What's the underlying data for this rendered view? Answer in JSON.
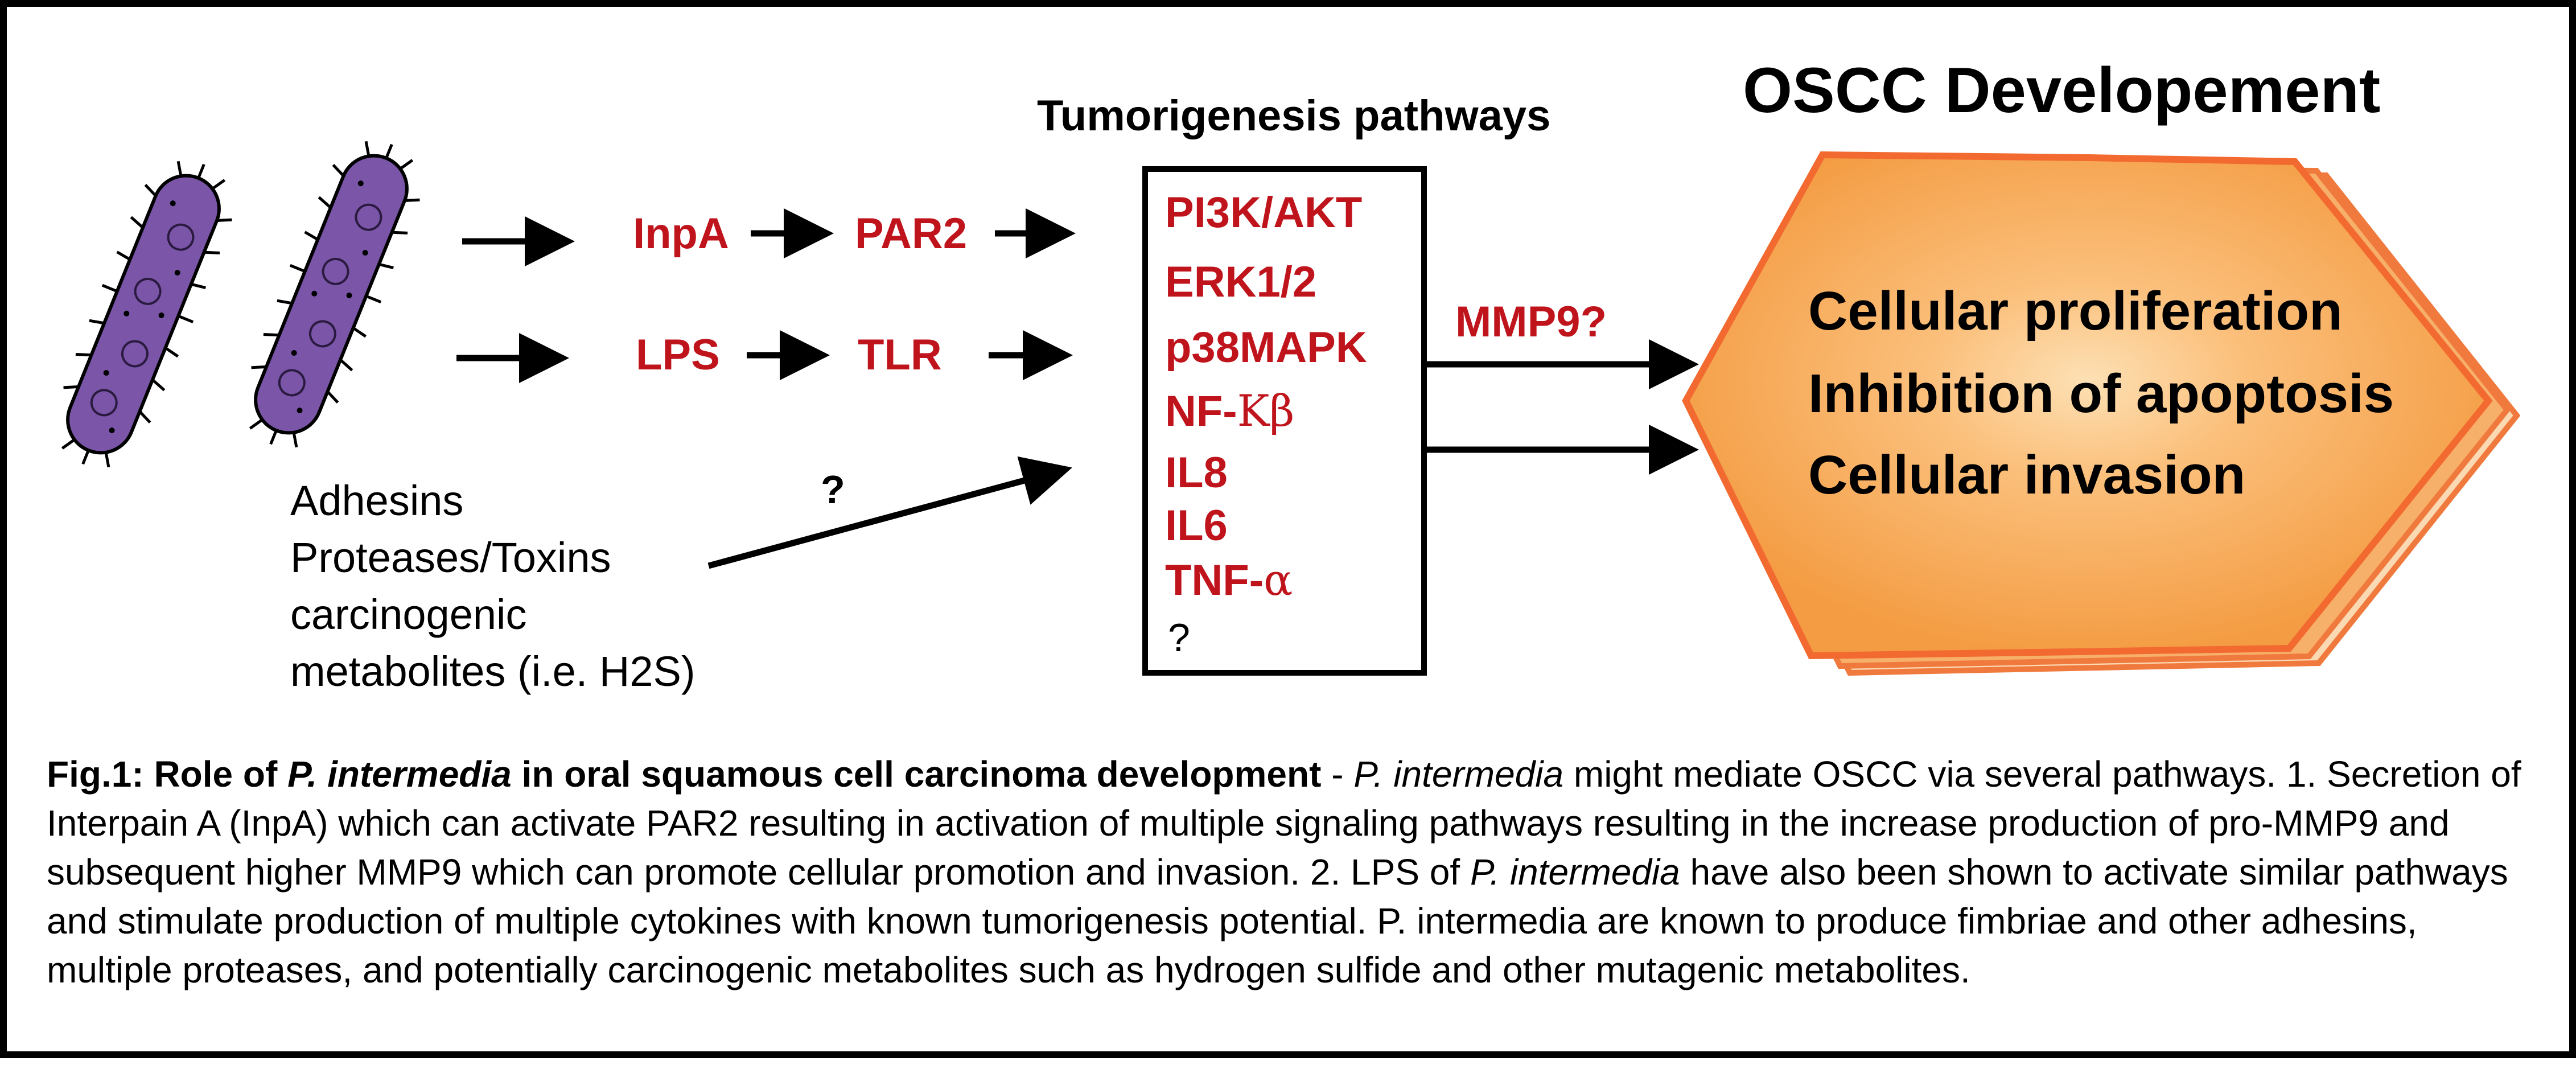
{
  "diagram": {
    "title": "OSCC Developement",
    "pathways_header": "Tumorigenesis pathways",
    "row1": {
      "first": "InpA",
      "second": "PAR2"
    },
    "row2": {
      "first": "LPS",
      "second": "TLR"
    },
    "question_mark": "?",
    "factors": [
      "Adhesins",
      "Proteases/Toxins",
      "carcinogenic",
      "metabolites (i.e. H2S)"
    ],
    "pathways": {
      "pi3k": "PI3K/AKT",
      "erk": "ERK1/2",
      "p38": "p38MAPK",
      "nfkb_prefix": "NF-",
      "nfkb_greek": "Κβ",
      "il8": "IL8",
      "il6": "IL6",
      "tnf_prefix": "TNF-",
      "tnf_greek": "α",
      "unknown": "?"
    },
    "mmp9_label": "MMP9?",
    "outcomes": [
      "Cellular proliferation",
      "Inhibition of apoptosis",
      "Cellular invasion"
    ],
    "colors": {
      "red_text": "#c0141c",
      "bacteria": "#7a55a8",
      "octagon_fill": "#f7a24a",
      "octagon_edge": "#f2753f"
    }
  },
  "caption": {
    "fig_label": "Fig.1:",
    "title_pre": "Role of",
    "title_species": "P. intermedia",
    "title_post": "in oral squamous cell carcinoma development",
    "dash": "-",
    "body_species": "P. intermedia",
    "body_1": "might mediate OSCC via several pathways. 1. Secretion of Interpain A (InpA) which can activate PAR2 resulting in activation of multiple signaling pathways resulting in the increase production of pro-MMP9 and subsequent higher MMP9 which can promote cellular promotion and invasion. 2. LPS of",
    "body_species_2": "P. intermedia",
    "body_2": "have also been shown to activate similar pathways and stimulate production of multiple cytokines with known tumorigenesis potential. P. intermedia are known to produce fimbriae and other adhesins, multiple proteases, and potentially carcinogenic metabolites such as hydrogen sulfide and other mutagenic metabolites."
  }
}
